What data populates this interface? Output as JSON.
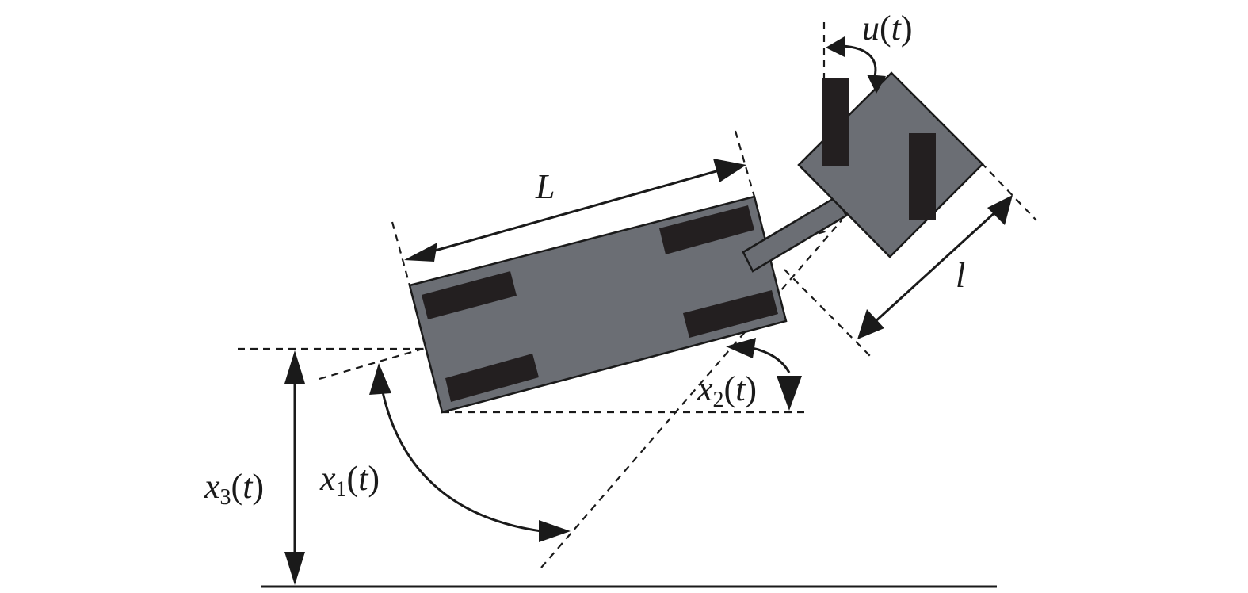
{
  "labels": {
    "trailer_length": "L",
    "tractor_length": "l",
    "control_input": {
      "var": "u",
      "paren_open": "(",
      "arg": "t",
      "paren_close": ")"
    },
    "state_1": {
      "var": "x",
      "sub": "1",
      "paren_open": "(",
      "arg": "t",
      "paren_close": ")"
    },
    "state_2": {
      "var": "x",
      "sub": "2",
      "paren_open": "(",
      "arg": "t",
      "paren_close": ")"
    },
    "state_3": {
      "var": "x",
      "sub": "3",
      "paren_open": "(",
      "arg": "t",
      "paren_close": ")"
    }
  },
  "colors": {
    "body_fill": "#6b6e74",
    "wheel_fill": "#231f20",
    "line": "#1a1a1a"
  }
}
